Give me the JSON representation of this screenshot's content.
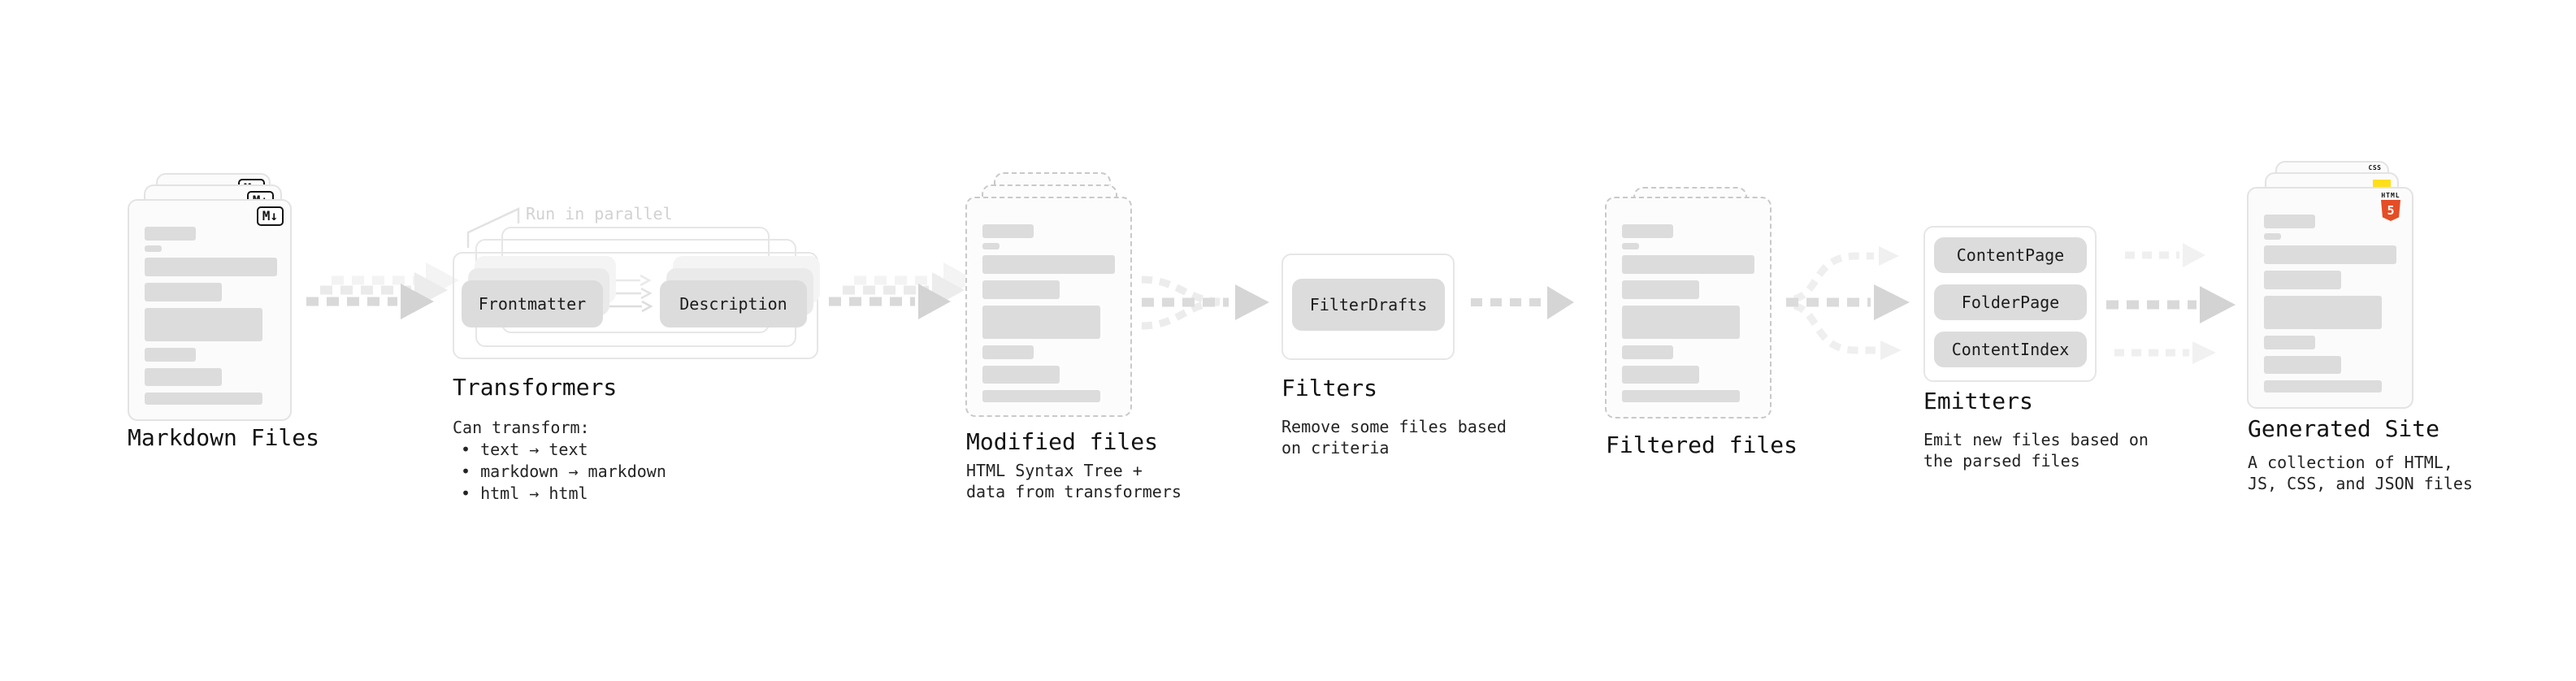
{
  "colors": {
    "arrow_gray": "#d9d9d9",
    "pill_gray": "#dcdcdc",
    "html5_orange": "#e44d26",
    "js_yellow": "#ffdf1a",
    "css_blue": "#2b6bf3"
  },
  "stages": {
    "markdown": {
      "label": "Markdown Files",
      "icon": "M↓"
    },
    "transformers": {
      "label": "Transformers",
      "annotation": "Run in parallel",
      "pills": [
        "Frontmatter",
        "Description"
      ],
      "desc": [
        "Can transform:",
        "• text → text",
        "• markdown → markdown",
        "• html → html"
      ]
    },
    "modified": {
      "label": "Modified files",
      "desc": [
        "HTML Syntax Tree +",
        "data from transformers"
      ]
    },
    "filters": {
      "label": "Filters",
      "pills": [
        "FilterDrafts"
      ],
      "desc": [
        "Remove some files based",
        "on criteria"
      ]
    },
    "filtered": {
      "label": "Filtered files"
    },
    "emitters": {
      "label": "Emitters",
      "pills": [
        "ContentPage",
        "FolderPage",
        "ContentIndex"
      ],
      "desc": [
        "Emit new files based on",
        "the parsed files"
      ]
    },
    "generated": {
      "label": "Generated Site",
      "desc": [
        "A collection of HTML,",
        "JS, CSS, and JSON files"
      ],
      "badges": {
        "css_label": "CSS",
        "html_label": "HTML",
        "html_number": "5"
      }
    }
  }
}
